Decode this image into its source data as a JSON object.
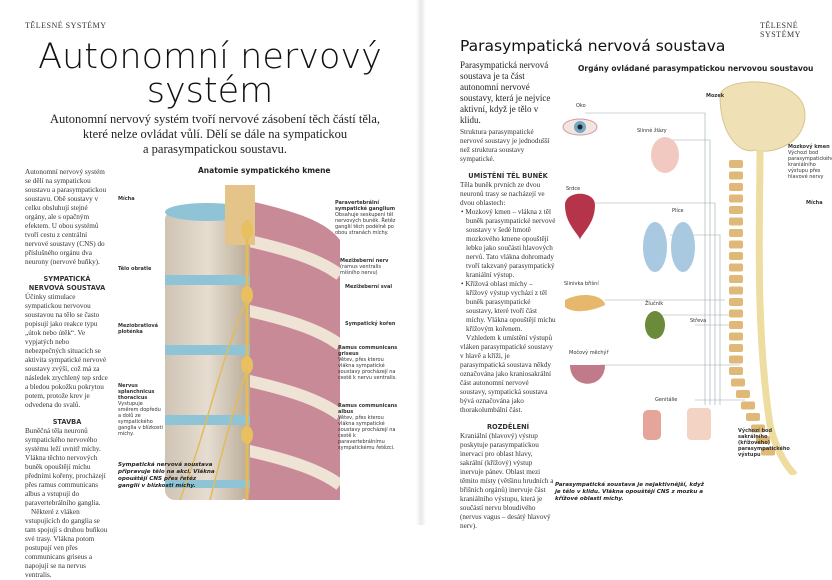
{
  "left": {
    "running_head": "TĚLESNÉ SYSTÉMY",
    "title_line1": "Autonomní nervový",
    "title_line2": "systém",
    "subtitle": [
      "Autonomní nervový systém tvoří nervové zásobení těch částí těla,",
      "které nelze ovládat vůlí. Dělí se dále na sympatickou",
      "a parasympatickou soustavu."
    ],
    "intro": "Autonomní nervový systém se dělí na sympatickou soustavu a parasympatickou soustavu. Obě soustavy v celku obsluhují stejné orgány, ale s opačným efektem. U obou systémů tvoří cestu z centrální nervové soustavy (CNS) do příslušného orgánu dva neurony (nervové buňky).",
    "h1": "SYMPATICKÁ NERVOVÁ SOUSTAVA",
    "p1": "Účinky stimulace sympatickou nervovou soustavou na tělo se často popisují jako reakce typu „útok nebo útěk“. Ve vypjatých nebo nebezpečných situacích se aktivita sympatické nervové soustavy zvýší, což má za následek zrychlený tep srdce a bledou pokožku pokrytou potem, protože krev je odvedena do svalů.",
    "h2": "STAVBA",
    "p2": "Buněčná těla neuronů sympatického nervového systému leží uvnitř míchy. Vlákna těchto nervových buněk opouštějí míchu předními kořeny, procházejí přes ramus communicans albus a vstupují do paravertebrálního ganglia.",
    "p3": "Některé z vláken vstupujících do ganglia se tam spojují s druhou buňkou své trasy. Vlákna potom postupují ven přes communicans griseus a napojují se na nervus ventralis.",
    "diagram_title": "Anatomie sympatického kmene",
    "labels_left": [
      {
        "title": "Mícha",
        "text": ""
      },
      {
        "title": "Tělo obratle",
        "text": ""
      },
      {
        "title": "Meziobratlová ploténka",
        "text": ""
      },
      {
        "title": "Nervus splanchnicus thoracicus",
        "text": "Vystupuje směrem dopředu a dolů ze sympatického ganglia v blízkosti míchy."
      }
    ],
    "labels_right": [
      {
        "title": "Paravertebrální sympatické ganglium",
        "text": "Obsahuje seskupení těl nervových buněk. Řetěz ganglií těch podélně po obou stranách míchy."
      },
      {
        "title": "Mezižeberní nerv",
        "text": "(ramus ventralis míšního nervu)"
      },
      {
        "title": "Mezižeberní sval",
        "text": ""
      },
      {
        "title": "Sympatický kořen",
        "text": ""
      },
      {
        "title": "Ramus communicans griseus",
        "text": "Větev, přes kterou vlákna sympatické soustavy procházejí na cestě k nervu ventralis."
      },
      {
        "title": "Ramus communicans albus",
        "text": "Větev, přes kterou vlákna sympatické soustavy procházejí na cestě k paravertebrálnímu sympatickému řetězci."
      }
    ],
    "caption": "Sympatická nervová soustava připravuje tělo na akci. Vlákna opouštějí CNS přes řetěz ganglií v blízkosti míchy."
  },
  "right": {
    "running_head": "TĚLESNÉ SYSTÉMY",
    "title": "Parasympatická nervová soustava",
    "intro": "Parasympatická nervová soustava je ta část autonomní nervové soustavy, která je nejvíce aktivní, když je tělo v klidu.",
    "p1": "Struktura parasympatické nervové soustavy je jednodušší než struktura soustavy sympatické.",
    "h1": "UMÍSTĚNÍ TĚL BUNĚK",
    "p2": "Těla buněk prvních ze dvou neuronů trasy se nacházejí ve dvou oblastech:",
    "bullets": [
      "Mozkový kmen – vlákna z těl buněk parasympatické nervové soustavy v šedé hmotě mozkového kmene opouštějí lebku jako součásti hlavových nervů. Tato vlákna dohromady tvoří takzvaný parasympatický kraniální výstup.",
      "Křížová oblast míchy – křížový výstup vychází z těl buněk parasympatické soustavy, které tvoří část míchy. Vlákna opouštějí míchu křížovým kořenem."
    ],
    "p3": "Vzhledem k umístění výstupů vláken parasympatické soustavy v hlavě a kříži, je parasympatická soustava někdy označována jako kraniosakrální část autonomní nervové soustavy, sympatická soustava bývá označována jako thorakolumbální část.",
    "h2": "ROZDĚLENÍ",
    "p4": "Kraniální (hlavový) výstup poskytuje parasympatickou inervaci pro oblast hlavy, sakrální (křížový) výstup inervuje pánev. Oblast mezi těmito místy (většinu hrudních a břišních orgánů) inervuje část kraniálního výstupu, která je součástí nervu bloudivého (nervus vagus – desátý hlavový nerv).",
    "diagram_title": "Orgány ovládané parasympatickou nervovou soustavou",
    "organs": [
      "Oko",
      "Slinné žlázy",
      "Srdce",
      "Plíce",
      "Slinivka břišní",
      "Žlučník",
      "Střeva",
      "Močový měchýř",
      "Genitálie"
    ],
    "mozek": "Mozek",
    "kmen_title": "Mozkový kmen",
    "kmen_text": "Výchozí bod parasympatického kraniálního výstupu přes hlavové nervy",
    "micha": "Mícha",
    "sacral": "Výchozí bod sakrálního (křížového) parasympatického výstupu",
    "caption": "Parasympatická soustava je nejaktivnější, když je tělo v klidu. Vlákna opouštějí CNS z mozku a křížové oblasti míchy."
  }
}
